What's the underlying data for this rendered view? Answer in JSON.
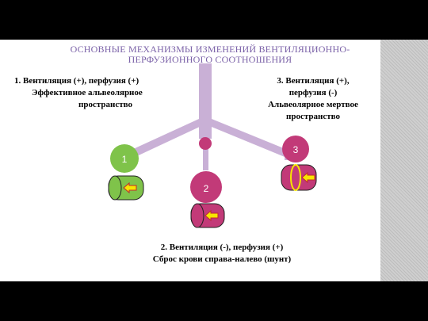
{
  "title": {
    "line1": "ОСНОВНЫЕ МЕХАНИЗМЫ ИЗМЕНЕНИЙ ВЕНТИЛЯЦИОННО-",
    "line2": "ПЕРФУЗИОННОГО СООТНОШЕНИЯ"
  },
  "cases": {
    "case1": {
      "line1": "1.    Вентиляция (+), перфузия (+)",
      "line2": "Эффективное альвеолярное",
      "line3": "пространство"
    },
    "case3": {
      "line1": "3.  Вентиляция (+),",
      "line2": "перфузия (-)",
      "line3": "Альвеолярное мертвое",
      "line4": "пространство"
    },
    "case2": {
      "line1": "2.  Вентиляция (-), перфузия (+)",
      "line2": "Сброс крови справа-налево (шунт)"
    }
  },
  "nodes": {
    "n1": "1",
    "n2": "2",
    "n3": "3"
  },
  "colors": {
    "airway": "#c9b0d6",
    "alveolus_ventilated": "#7fc34a",
    "alveolus_blocked": "#c23a78",
    "obstruction": "#c23a78",
    "capillary": "#c23a78",
    "arrow": "#f7e600",
    "arrow_outline": "#c0282e",
    "title": "#7b62a8"
  },
  "icons": [
    "left-arrow-icon",
    "no-flow-ellipse-icon"
  ]
}
